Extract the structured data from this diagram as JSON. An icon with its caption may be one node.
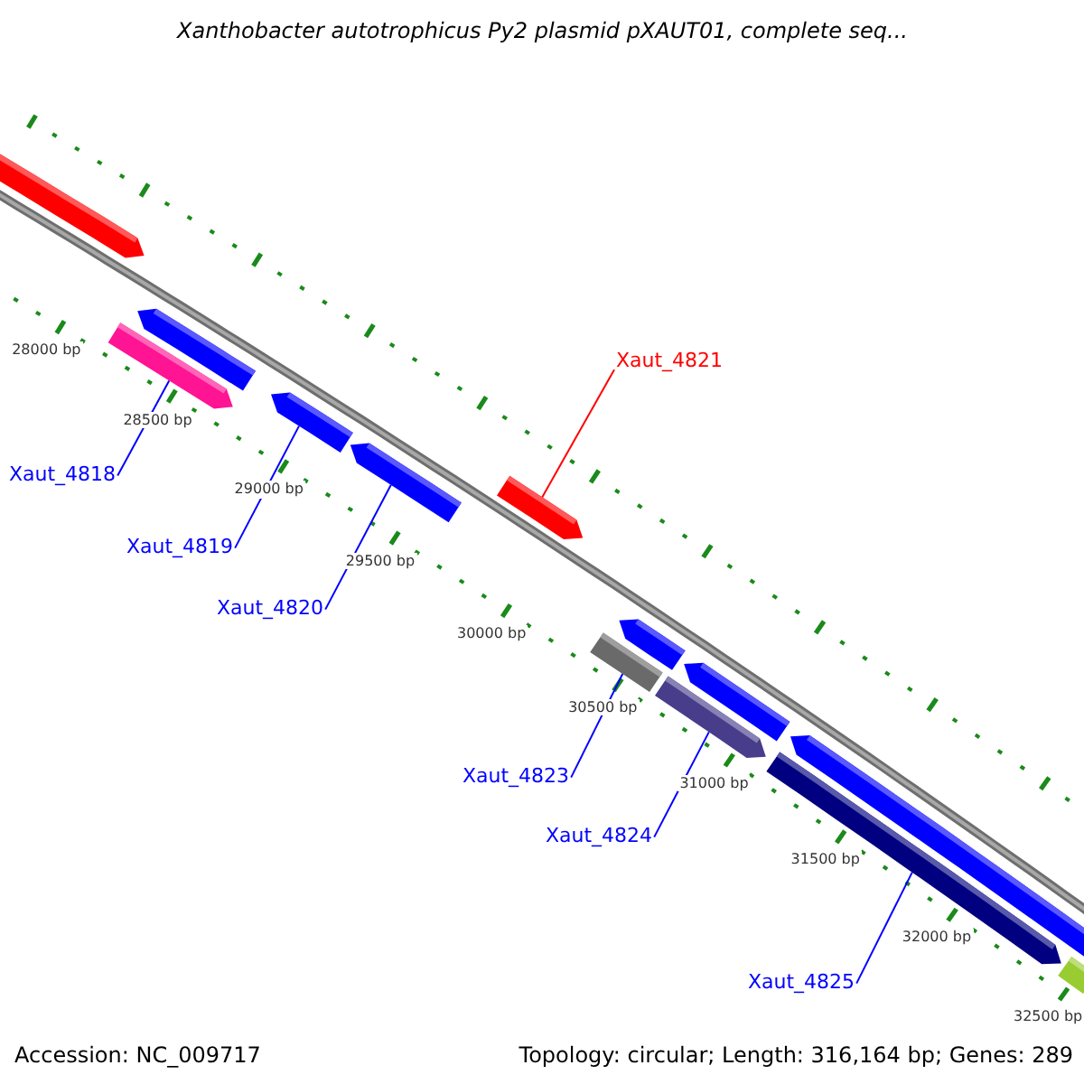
{
  "diagram": {
    "title": "Xanthobacter autotrophicus Py2 plasmid pXAUT01, complete seq...",
    "nodes": [
      {
        "text": [],
        "shape": "bar"
      },
      {
        "text": [
          "Xaut_4821"
        ]
      },
      {
        "text": [],
        "shape": "bar"
      },
      {
        "text": [],
        "shape": "bar"
      },
      {
        "text": [
          "Xaut_4818"
        ]
      },
      {
        "text": [],
        "shape": "bar"
      },
      {
        "text": [
          "Xaut_4819"
        ]
      },
      {
        "text": [],
        "shape": "bar"
      },
      {
        "text": [
          "Xaut_4820"
        ]
      },
      {
        "text": [],
        "shape": "bar"
      },
      {
        "text": [],
        "shape": "bar"
      },
      {
        "text": [
          "Xaut_4823"
        ]
      },
      {
        "text": [],
        "shape": "bar"
      },
      {
        "text": [],
        "shape": "bar"
      },
      {
        "text": [
          "Xaut_4824"
        ]
      },
      {
        "text": [],
        "shape": "bar"
      },
      {
        "text": [],
        "shape": "bar"
      },
      {
        "text": [
          "Xaut_4825"
        ]
      },
      {
        "text": [],
        "shape": "bar"
      },
      {
        "text": [],
        "shape": "bar"
      }
    ],
    "edges": [
      {
        "from": 1,
        "to": 2,
        "arrow": "none",
        "color": "#ff0000"
      },
      {
        "from": 4,
        "to": 5,
        "arrow": "none"
      },
      {
        "from": 6,
        "to": 7,
        "arrow": "none"
      },
      {
        "from": 8,
        "to": 9,
        "arrow": "none"
      },
      {
        "from": 11,
        "to": 12,
        "arrow": "none"
      },
      {
        "from": 14,
        "to": 15,
        "arrow": "none"
      },
      {
        "from": 17,
        "to": 18,
        "arrow": "none"
      }
    ],
    "labels": [
      "28000 bp",
      "28500 bp",
      "29000 bp",
      "29500 bp",
      "30000 bp",
      "30500 bp",
      "31000 bp",
      "31500 bp",
      "32000 bp",
      "32500 bp",
      "Accession: NC_009717",
      "Topology: circular; Length: 316,164 bp; Genes: 289"
    ]
  }
}
